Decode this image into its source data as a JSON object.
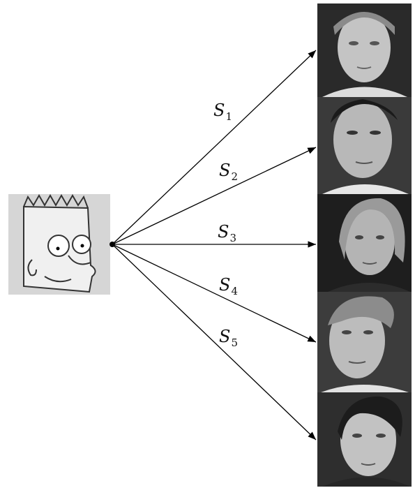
{
  "source_image": {
    "name": "cartoon-face"
  },
  "targets": [
    {
      "name": "face-1",
      "label": "S",
      "sub": "1"
    },
    {
      "name": "face-2",
      "label": "S",
      "sub": "2"
    },
    {
      "name": "face-3",
      "label": "S",
      "sub": "3"
    },
    {
      "name": "face-4",
      "label": "S",
      "sub": "4"
    },
    {
      "name": "face-5",
      "label": "S",
      "sub": "5"
    }
  ],
  "colors": {
    "arrow": "#000000",
    "photo_bg": "#2a2a2a",
    "skin": "#c9c9c9",
    "cartoon_bg": "#d6d6d6"
  }
}
